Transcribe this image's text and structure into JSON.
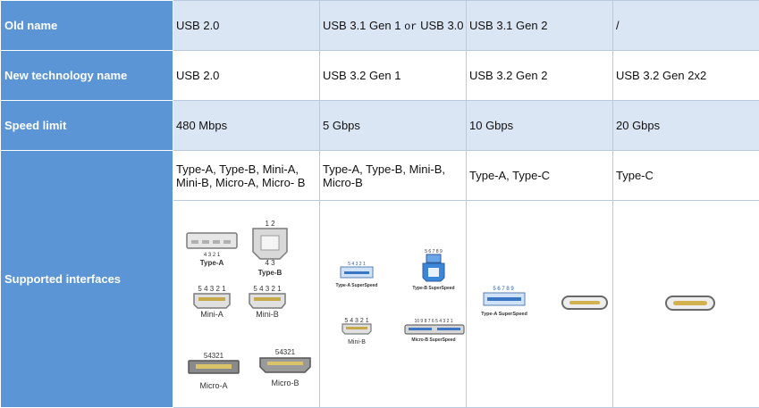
{
  "rows": {
    "old_name": {
      "label": "Old name",
      "cells": [
        "USB 2.0",
        "USB 3.1 Gen 1",
        "or",
        "USB 3.0",
        "USB 3.1 Gen 2",
        "/"
      ]
    },
    "new_name": {
      "label": "New technology name",
      "cells": [
        "USB 2.0",
        "USB 3.2 Gen 1",
        "USB 3.2 Gen 2",
        "USB 3.2 Gen 2x2"
      ]
    },
    "speed": {
      "label": "Speed limit",
      "cells": [
        "480 Mbps",
        "5 Gbps",
        "10 Gbps",
        "20 Gbps"
      ]
    },
    "interfaces": {
      "label": "Supported interfaces",
      "cells": [
        "Type-A, Type-B, Mini-A, Mini-B, Micro-A, Micro- B",
        "Type-A, Type-B, Mini-B, Micro-B",
        "Type-A, Type-C",
        "Type-C"
      ]
    }
  },
  "connectors": {
    "usb2": {
      "type_a": "Type-A",
      "type_a_pins": "4 3 2 1",
      "type_b": "Type-B",
      "type_b_top": "1 2",
      "type_b_bottom": "4 3",
      "mini_a": "Mini-A",
      "mini_a_pins": "5 4 3 2 1",
      "mini_b": "Mini-B",
      "mini_b_pins": "5 4 3 2 1",
      "micro_a": "Micro-A",
      "micro_a_pins": "54321",
      "micro_b": "Micro-B",
      "micro_b_pins": "54321"
    },
    "gen1": {
      "type_a_ss": "Type-A SuperSpeed",
      "type_a_ss_pins": "5 4 3 2 1",
      "type_b_ss": "Type-B SuperSpeed",
      "type_b_ss_top": "5 6 7 8 9",
      "mini_b": "Mini-B",
      "mini_b_pins": "5 4 3 2 1",
      "micro_b_ss": "Micro-B  SuperSpeed",
      "micro_b_ss_pins": "10 9 8 7 6   5 4 3 2 1"
    },
    "gen2": {
      "type_a_ss": "Type-A SuperSpeed",
      "type_a_ss_pins": "5 6 7 8 9"
    }
  }
}
